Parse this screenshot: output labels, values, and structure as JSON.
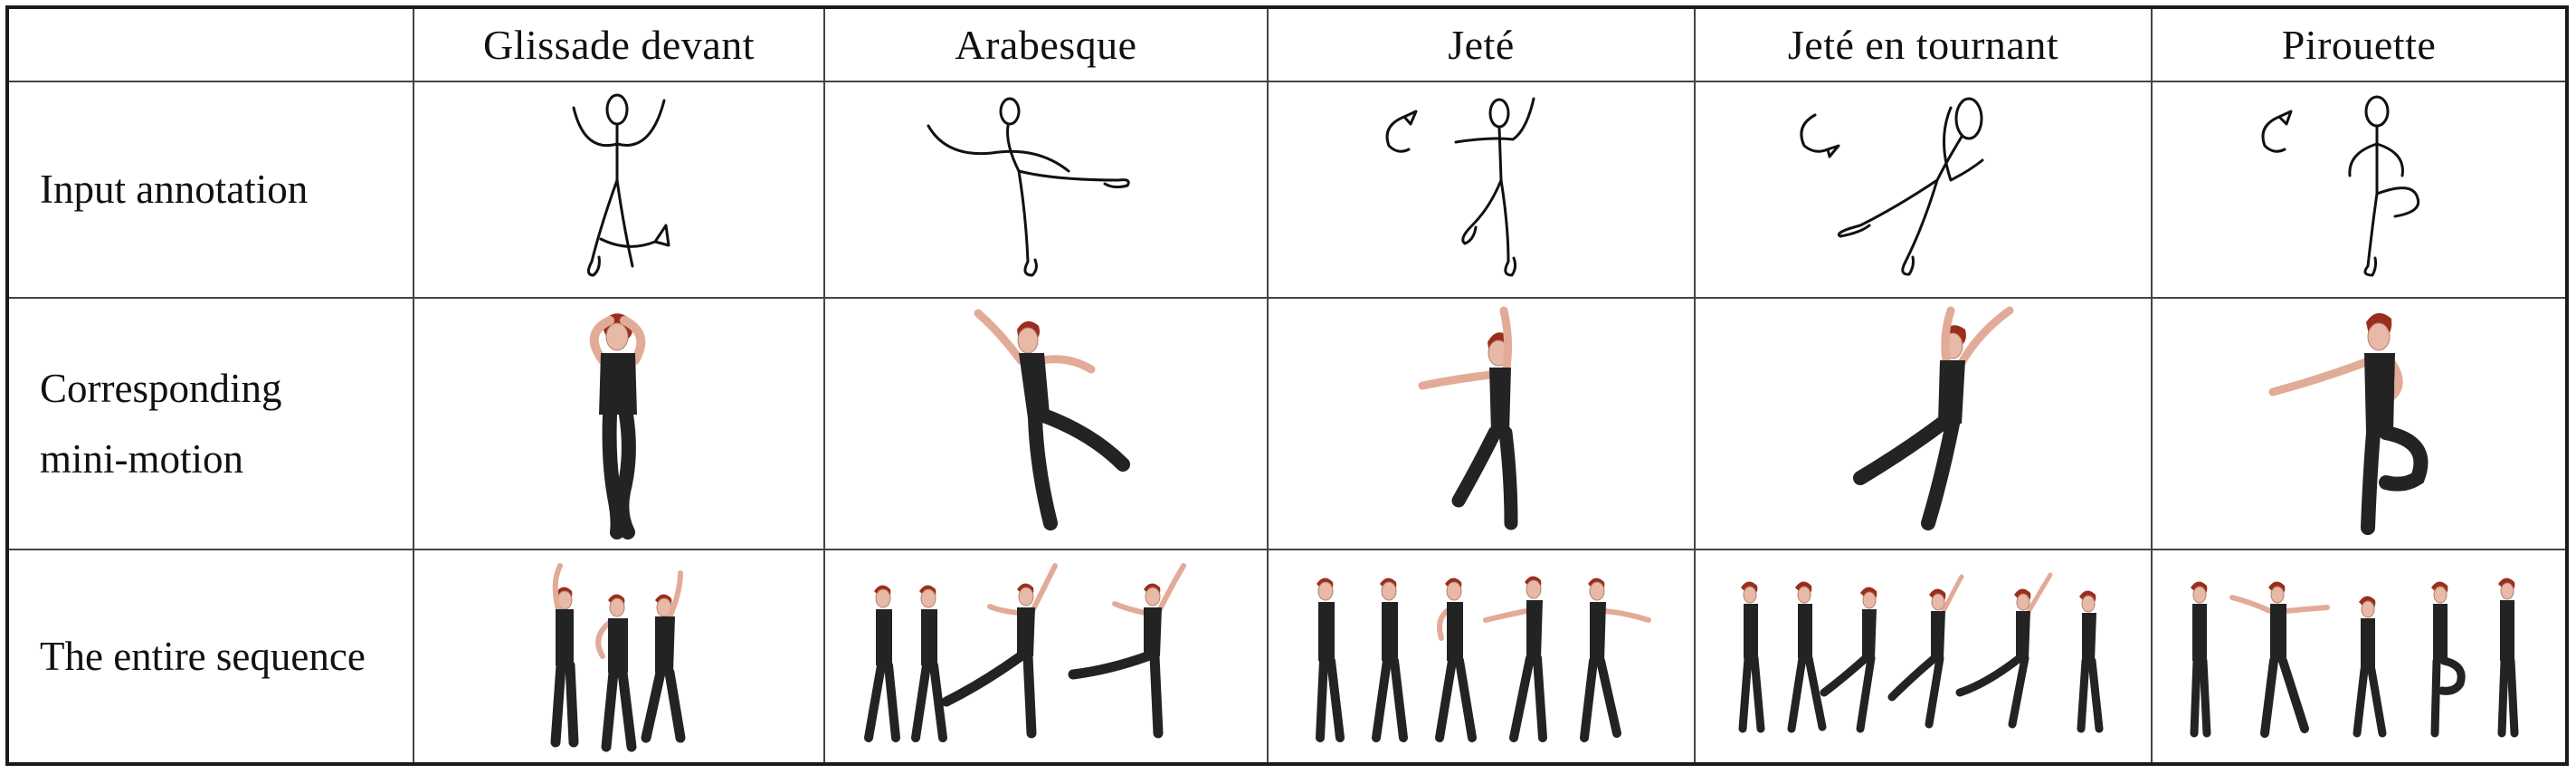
{
  "header": {
    "corner": "",
    "columns": [
      "Glissade devant",
      "Arabesque",
      "Jeté",
      "Jeté en tournant",
      "Pirouette"
    ]
  },
  "rows": {
    "annotation": "Input annotation",
    "minimotion_line1": "Corresponding",
    "minimotion_line2": "mini-motion",
    "sequence": "The entire sequence"
  },
  "colors": {
    "border": "#1a1a1a",
    "hair": "#9a2e1c",
    "suit": "#232323",
    "skin": "#e7b9a6"
  }
}
